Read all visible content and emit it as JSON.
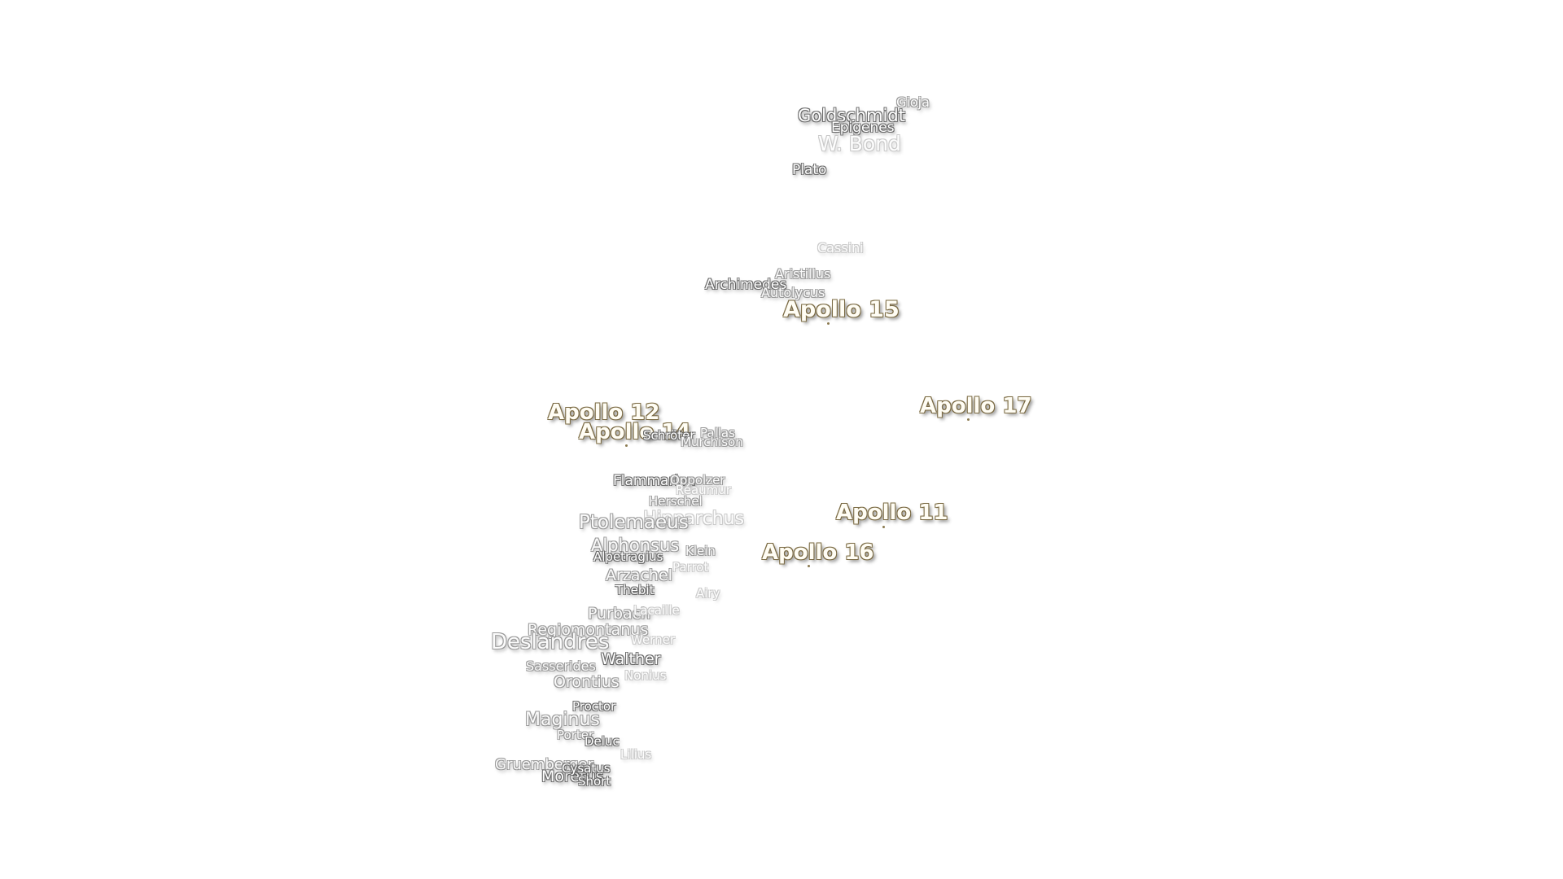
{
  "map": {
    "apollo_sites": [
      {
        "label": "Apollo 15"
      },
      {
        "label": "Apollo 12"
      },
      {
        "label": "Apollo 14"
      },
      {
        "label": "Apollo 17"
      },
      {
        "label": "Apollo 11"
      },
      {
        "label": "Apollo 16"
      }
    ],
    "craters": [
      {
        "label": "Gioja"
      },
      {
        "label": "Goldschmidt"
      },
      {
        "label": "Epigenes"
      },
      {
        "label": "W. Bond"
      },
      {
        "label": "Plato"
      },
      {
        "label": "Cassini"
      },
      {
        "label": "Aristillus"
      },
      {
        "label": "Archimedes"
      },
      {
        "label": "Autolycus"
      },
      {
        "label": "Schröter"
      },
      {
        "label": "Pallas"
      },
      {
        "label": "Murchison"
      },
      {
        "label": "Flammarion"
      },
      {
        "label": "Oppolzer"
      },
      {
        "label": "Réaumur"
      },
      {
        "label": "Herschel"
      },
      {
        "label": "Hipparchus"
      },
      {
        "label": "Ptolemaeus"
      },
      {
        "label": "Alphonsus"
      },
      {
        "label": "Alpetragius"
      },
      {
        "label": "Klein"
      },
      {
        "label": "Parrot"
      },
      {
        "label": "Arzachel"
      },
      {
        "label": "Thebit"
      },
      {
        "label": "Airy"
      },
      {
        "label": "Purbach"
      },
      {
        "label": "Lacaille"
      },
      {
        "label": "Regiomontanus"
      },
      {
        "label": "Deslandres"
      },
      {
        "label": "Werner"
      },
      {
        "label": "Walther"
      },
      {
        "label": "Sasserides"
      },
      {
        "label": "Nonius"
      },
      {
        "label": "Orontius"
      },
      {
        "label": "Proctor"
      },
      {
        "label": "Maginus"
      },
      {
        "label": "Porter"
      },
      {
        "label": "Deluc"
      },
      {
        "label": "Lilius"
      },
      {
        "label": "Gruemberger"
      },
      {
        "label": "Moretus"
      },
      {
        "label": "Cysatus"
      },
      {
        "label": "Short"
      }
    ]
  }
}
